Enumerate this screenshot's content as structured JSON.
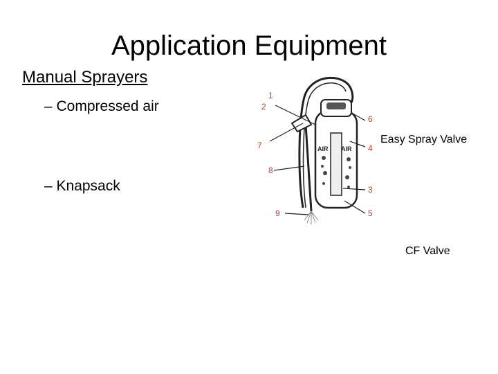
{
  "slide": {
    "title": "Application Equipment",
    "subheading": "Manual Sprayers",
    "bullets": [
      "– Compressed air",
      "– Knapsack"
    ],
    "captions": {
      "easy_spray": "Easy Spray Valve",
      "cf_valve": "CF Valve"
    },
    "diagram": {
      "labels": [
        "1",
        "2",
        "6",
        "7",
        "4",
        "8",
        "3",
        "9",
        "5"
      ],
      "tank_text": [
        "AIR",
        "AIR"
      ]
    }
  }
}
